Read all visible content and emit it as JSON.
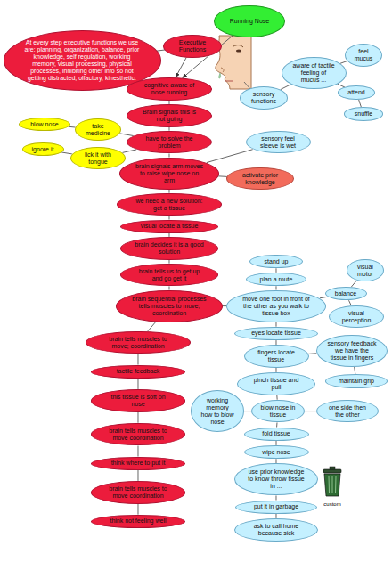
{
  "diagram": {
    "nodes": [
      {
        "text": [
          "At every step executive functions we use are: planning, organization, balance, prior knowledge, self regulation, working memory, visual processing, physical processes, inhibiting other info so not getting distracted, olfactory, kinesthetic."
        ]
      },
      {
        "text": [
          "Running Nose"
        ]
      },
      {
        "text": [
          "Executive Functions"
        ]
      },
      {
        "text": [
          "cognitive aware of nose running"
        ]
      },
      {
        "text": [
          "sensory functions"
        ]
      },
      {
        "text": [
          "aware of tactile feeling of mucus ..."
        ]
      },
      {
        "text": [
          "feel mucus"
        ]
      },
      {
        "text": [
          "attend"
        ]
      },
      {
        "text": [
          "snuffle"
        ]
      },
      {
        "text": [
          "Brain signals this is not going"
        ]
      },
      {
        "text": [
          "blow nose"
        ]
      },
      {
        "text": [
          "take medicine"
        ]
      },
      {
        "text": [
          "ignore it"
        ]
      },
      {
        "text": [
          "lick it with tongue"
        ]
      },
      {
        "text": [
          "have to solve the problem"
        ]
      },
      {
        "text": [
          "sensory feel sleeve is wet"
        ]
      },
      {
        "text": [
          "brain signals arm moves to raise wipe nose on arm"
        ]
      },
      {
        "text": [
          "activate prior knowledge"
        ]
      },
      {
        "text": [
          "we need a new solution: get a tissue"
        ]
      },
      {
        "text": [
          "visual locate a tissue"
        ]
      },
      {
        "text": [
          "brain decides it is a good solution"
        ]
      },
      {
        "text": [
          "brain tells us to get up and go get it"
        ]
      },
      {
        "text": [
          "stand up"
        ]
      },
      {
        "text": [
          "plan a route"
        ]
      },
      {
        "text": [
          "brain sequential processes tells muscles to move; coordination"
        ]
      },
      {
        "text": [
          "move one foot in front of the other as you walk to tissue box"
        ]
      },
      {
        "text": [
          "balance"
        ]
      },
      {
        "text": [
          "visual motor"
        ]
      },
      {
        "text": [
          "visual perception"
        ]
      },
      {
        "text": [
          "eyes locate tissue"
        ]
      },
      {
        "text": [
          "brain tells muscles to move; coordination"
        ]
      },
      {
        "text": [
          "fingers locate tissue"
        ]
      },
      {
        "text": [
          "sensory feedback we have the tissue in fingers"
        ]
      },
      {
        "text": [
          "maintain grip"
        ]
      },
      {
        "text": [
          "tactile feedback"
        ]
      },
      {
        "text": [
          "pinch tissue and pull"
        ]
      },
      {
        "text": [
          "this tissue is soft on nose"
        ]
      },
      {
        "text": [
          "working memory how to blow nose"
        ]
      },
      {
        "text": [
          "blow nose in tissue"
        ]
      },
      {
        "text": [
          "one side then the other"
        ]
      },
      {
        "text": [
          "brain tells muscles to move coordination"
        ]
      },
      {
        "text": [
          "fold tissue"
        ]
      },
      {
        "text": [
          "wipe nose"
        ]
      },
      {
        "text": [
          "think where to put it"
        ]
      },
      {
        "text": [
          "use prior knowledge to know throw tissue in ..."
        ]
      },
      {
        "text": [
          "brain tells muscles to move coordination"
        ]
      },
      {
        "text": [
          "put it in garbage"
        ]
      },
      {
        "text": [
          "think not feeling well"
        ]
      },
      {
        "text": [
          "ask to call home because sick"
        ]
      }
    ],
    "edges": [
      {
        "from": 0,
        "to": 2,
        "arrow": "none"
      },
      {
        "from": 2,
        "to": 3,
        "arrow": "to"
      },
      {
        "from": 1,
        "to": 3,
        "arrow": "to"
      },
      {
        "from": 4,
        "to": 5,
        "arrow": "none"
      },
      {
        "from": 5,
        "to": 6,
        "arrow": "none"
      },
      {
        "from": 5,
        "to": 7,
        "arrow": "none"
      },
      {
        "from": 7,
        "to": 8,
        "arrow": "none"
      },
      {
        "from": 3,
        "to": 9,
        "arrow": "none"
      },
      {
        "from": 9,
        "to": 14,
        "arrow": "none"
      },
      {
        "from": 14,
        "to": 11,
        "arrow": "none"
      },
      {
        "from": 14,
        "to": 13,
        "arrow": "none"
      },
      {
        "from": 11,
        "to": 10,
        "arrow": "none"
      },
      {
        "from": 13,
        "to": 12,
        "arrow": "none"
      },
      {
        "from": 14,
        "to": 16,
        "arrow": "none"
      },
      {
        "from": 16,
        "to": 15,
        "arrow": "none"
      },
      {
        "from": 16,
        "to": 17,
        "arrow": "none"
      },
      {
        "from": 16,
        "to": 18,
        "arrow": "none"
      },
      {
        "from": 18,
        "to": 19,
        "arrow": "none"
      },
      {
        "from": 19,
        "to": 20,
        "arrow": "none"
      },
      {
        "from": 20,
        "to": 21,
        "arrow": "none"
      },
      {
        "from": 21,
        "to": 24,
        "arrow": "none"
      },
      {
        "from": 22,
        "to": 23,
        "arrow": "none"
      },
      {
        "from": 23,
        "to": 25,
        "arrow": "none"
      },
      {
        "from": 24,
        "to": 25,
        "arrow": "none"
      },
      {
        "from": 25,
        "to": 26,
        "arrow": "none"
      },
      {
        "from": 26,
        "to": 27,
        "arrow": "none"
      },
      {
        "from": 26,
        "to": 28,
        "arrow": "none"
      },
      {
        "from": 25,
        "to": 29,
        "arrow": "none"
      },
      {
        "from": 29,
        "to": 31,
        "arrow": "none"
      },
      {
        "from": 31,
        "to": 32,
        "arrow": "none"
      },
      {
        "from": 32,
        "to": 33,
        "arrow": "none"
      },
      {
        "from": 31,
        "to": 35,
        "arrow": "none"
      },
      {
        "from": 35,
        "to": 38,
        "arrow": "none"
      },
      {
        "from": 38,
        "to": 37,
        "arrow": "none"
      },
      {
        "from": 38,
        "to": 39,
        "arrow": "none"
      },
      {
        "from": 38,
        "to": 41,
        "arrow": "none"
      },
      {
        "from": 41,
        "to": 42,
        "arrow": "none"
      },
      {
        "from": 42,
        "to": 44,
        "arrow": "none"
      },
      {
        "from": 44,
        "to": 46,
        "arrow": "none"
      },
      {
        "from": 46,
        "to": 48,
        "arrow": "none"
      },
      {
        "from": 24,
        "to": 30,
        "arrow": "none"
      },
      {
        "from": 30,
        "to": 34,
        "arrow": "none"
      },
      {
        "from": 34,
        "to": 36,
        "arrow": "none"
      },
      {
        "from": 36,
        "to": 40,
        "arrow": "none"
      },
      {
        "from": 40,
        "to": 43,
        "arrow": "none"
      },
      {
        "from": 43,
        "to": 45,
        "arrow": "none"
      },
      {
        "from": 45,
        "to": 47,
        "arrow": "none"
      }
    ],
    "labels": [
      "custom"
    ]
  }
}
